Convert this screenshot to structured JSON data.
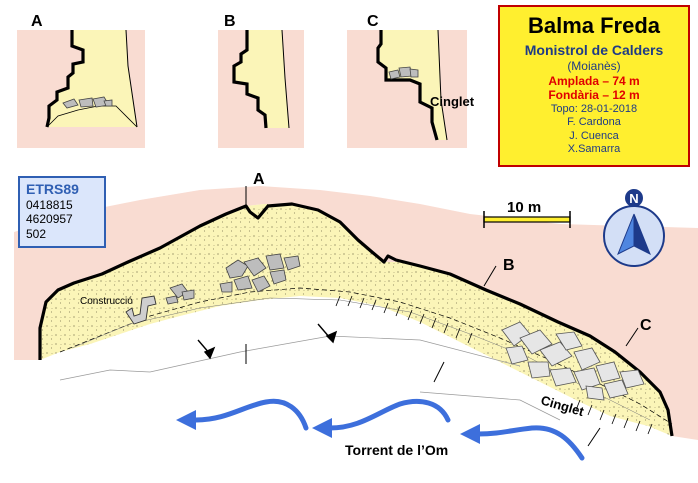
{
  "colors": {
    "cave_fill": "#fbf5b8",
    "rock_fill": "#f9dcd2",
    "outline": "#000000",
    "title_bg": "#ffef2f",
    "title_border": "#c00000",
    "highlight_red": "#e00000",
    "text_blue": "#1f3b86",
    "coord_bg": "#dbe6fb",
    "coord_border": "#2f5fb3",
    "arrow_blue": "#3d6fdc",
    "compass_dark": "#1d3a8a",
    "compass_light": "#4f86e0",
    "compass_bg": "#d3dff6"
  },
  "title_box": {
    "name": "Balma Freda",
    "municipality": "Monistrol de Calders",
    "region": "(Moianès)",
    "width_label": "Amplada – 74 m",
    "depth_label": "Fondària – 12 m",
    "topo_date": "Topo: 28-01-2018",
    "authors": [
      "F. Cardona",
      "J. Cuenca",
      "X.Samarra"
    ]
  },
  "coordinates": {
    "system": "ETRS89",
    "x": "0418815",
    "y": "4620957",
    "z": "502"
  },
  "sections": [
    {
      "label": "A"
    },
    {
      "label": "B"
    },
    {
      "label": "C",
      "annotation": "Cinglet"
    }
  ],
  "plan": {
    "section_markers": [
      "A",
      "B",
      "C"
    ],
    "construction_label": "Construcció",
    "cliff_label": "Cinglet",
    "stream_label": "Torrent de l’Om",
    "scale_label": "10 m",
    "north_label": "N"
  }
}
